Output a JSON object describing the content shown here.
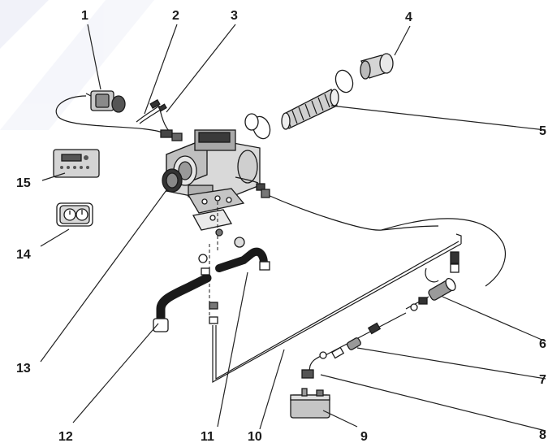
{
  "callouts": [
    {
      "id": "1",
      "label": "1"
    },
    {
      "id": "2",
      "label": "2"
    },
    {
      "id": "3",
      "label": "3"
    },
    {
      "id": "4",
      "label": "4"
    },
    {
      "id": "5",
      "label": "5"
    },
    {
      "id": "6",
      "label": "6"
    },
    {
      "id": "7",
      "label": "7"
    },
    {
      "id": "8",
      "label": "8"
    },
    {
      "id": "9",
      "label": "9"
    },
    {
      "id": "10",
      "label": "10"
    },
    {
      "id": "11",
      "label": "11"
    },
    {
      "id": "12",
      "label": "12"
    },
    {
      "id": "13",
      "label": "13"
    },
    {
      "id": "14",
      "label": "14"
    },
    {
      "id": "15",
      "label": "15"
    }
  ],
  "colors": {
    "line": "#1a1a1a",
    "light": "#d9d9d9",
    "mid": "#9a9a9a",
    "watermark": "#e6e8f5"
  }
}
